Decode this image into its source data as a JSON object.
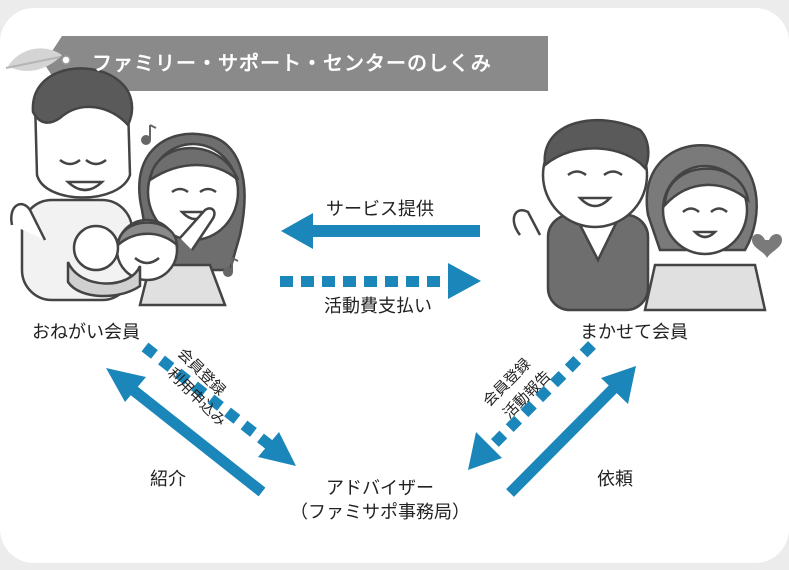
{
  "title": "ファミリー・サポート・センターのしくみ",
  "colors": {
    "arrow": "#1a86b9",
    "banner": "#8a8a8a",
    "text": "#222222"
  },
  "labels": {
    "service": "サービス提供",
    "payment": "活動費支払い",
    "requester": "おねがい会員",
    "provider": "まかせて会員",
    "advisor_line1": "アドバイザー",
    "advisor_line2": "（ファミサポ事務局）",
    "introduce": "紹介",
    "request": "依頼",
    "left_register_1": "会員登録",
    "left_register_2": "利用申込み",
    "right_register_1": "会員登録",
    "right_register_2": "活動報告"
  },
  "icons": [
    "leaf-icon",
    "family-illustration",
    "elderly-couple-illustration",
    "music-note-icon",
    "heart-icon"
  ]
}
